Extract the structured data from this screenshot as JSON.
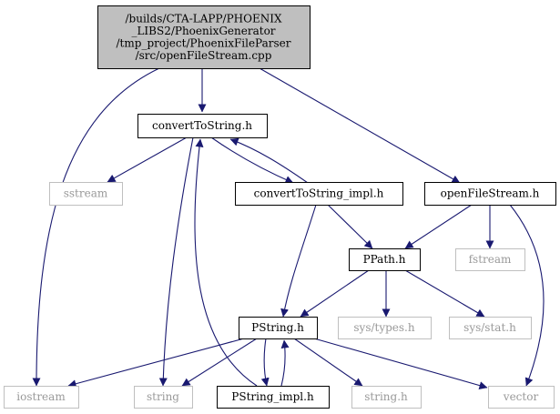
{
  "colors": {
    "edge": "#191970",
    "root_fill": "#bfbfbf",
    "node_border_local": "#000000",
    "node_border_system": "#bfbfbf",
    "node_text_local": "#000000",
    "node_text_system": "#999999"
  },
  "nodes": {
    "root": {
      "lines": [
        "/builds/CTA-LAPP/PHOENIX",
        "_LIBS2/PhoenixGenerator",
        "/tmp_project/PhoenixFileParser",
        "/src/openFileStream.cpp"
      ],
      "kind": "root"
    },
    "convertToString_h": {
      "lines": [
        "convertToString.h"
      ],
      "kind": "local"
    },
    "sstream": {
      "lines": [
        "sstream"
      ],
      "kind": "system"
    },
    "convertToString_impl_h": {
      "lines": [
        "convertToString_impl.h"
      ],
      "kind": "local"
    },
    "openFileStream_h": {
      "lines": [
        "openFileStream.h"
      ],
      "kind": "local"
    },
    "PPath_h": {
      "lines": [
        "PPath.h"
      ],
      "kind": "local"
    },
    "fstream": {
      "lines": [
        "fstream"
      ],
      "kind": "system"
    },
    "PString_h": {
      "lines": [
        "PString.h"
      ],
      "kind": "local"
    },
    "sys_types_h": {
      "lines": [
        "sys/types.h"
      ],
      "kind": "system"
    },
    "sys_stat_h": {
      "lines": [
        "sys/stat.h"
      ],
      "kind": "system"
    },
    "iostream": {
      "lines": [
        "iostream"
      ],
      "kind": "system"
    },
    "string": {
      "lines": [
        "string"
      ],
      "kind": "system"
    },
    "PString_impl_h": {
      "lines": [
        "PString_impl.h"
      ],
      "kind": "local"
    },
    "string_h": {
      "lines": [
        "string.h"
      ],
      "kind": "system"
    },
    "vector": {
      "lines": [
        "vector"
      ],
      "kind": "system"
    }
  },
  "edges": [
    [
      "root",
      "convertToString_h"
    ],
    [
      "root",
      "openFileStream_h"
    ],
    [
      "root",
      "iostream"
    ],
    [
      "convertToString_h",
      "sstream"
    ],
    [
      "convertToString_h",
      "convertToString_impl_h"
    ],
    [
      "convertToString_h",
      "string"
    ],
    [
      "convertToString_impl_h",
      "convertToString_h"
    ],
    [
      "convertToString_impl_h",
      "PPath_h"
    ],
    [
      "convertToString_impl_h",
      "PString_h"
    ],
    [
      "openFileStream_h",
      "PPath_h"
    ],
    [
      "openFileStream_h",
      "fstream"
    ],
    [
      "openFileStream_h",
      "vector"
    ],
    [
      "PPath_h",
      "PString_h"
    ],
    [
      "PPath_h",
      "sys_types_h"
    ],
    [
      "PPath_h",
      "sys_stat_h"
    ],
    [
      "PString_h",
      "iostream"
    ],
    [
      "PString_h",
      "string"
    ],
    [
      "PString_h",
      "PString_impl_h"
    ],
    [
      "PString_h",
      "string_h"
    ],
    [
      "PString_h",
      "vector"
    ],
    [
      "PString_impl_h",
      "PString_h"
    ],
    [
      "PString_impl_h",
      "convertToString_h"
    ]
  ]
}
